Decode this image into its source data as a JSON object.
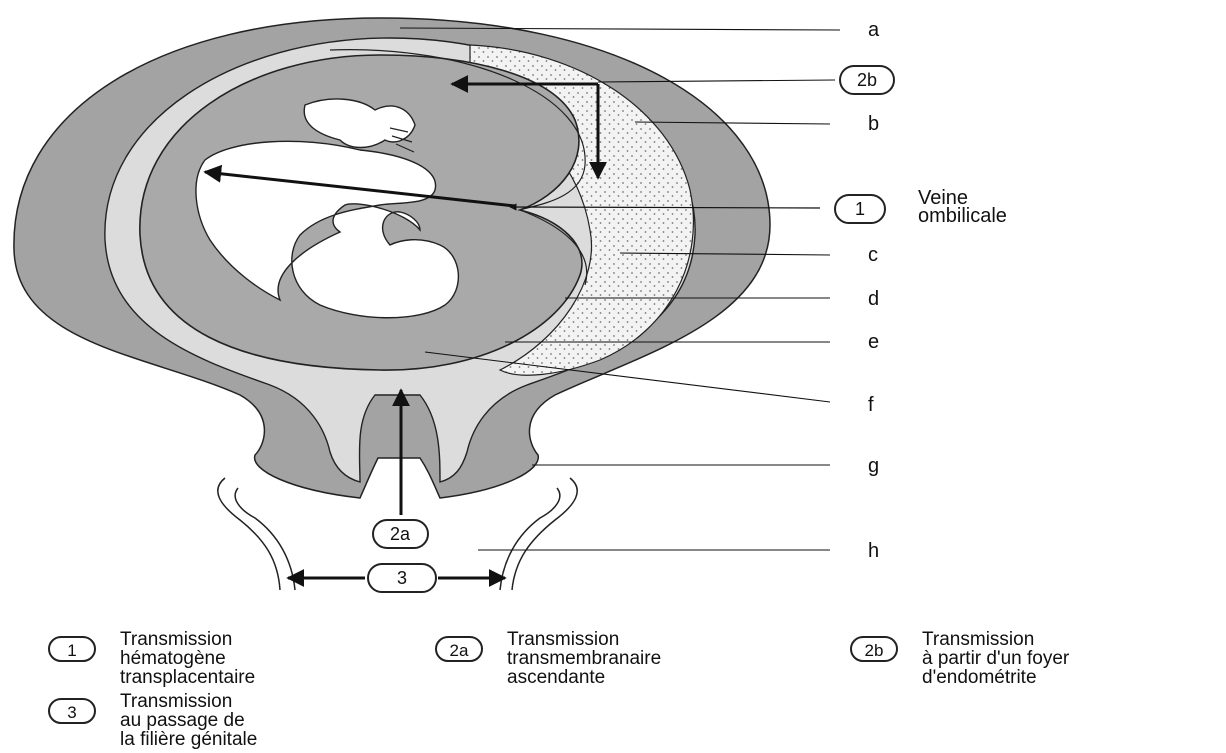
{
  "labels": {
    "a": "a",
    "b": "b",
    "c": "c",
    "d": "d",
    "e": "e",
    "f": "f",
    "g": "g",
    "h": "h"
  },
  "veine": [
    "Veine",
    "ombilicale"
  ],
  "markers": {
    "m1": "1",
    "m2a": "2a",
    "m2b": "2b",
    "m3": "3"
  },
  "legend": [
    {
      "badge": "1",
      "lines": [
        "Transmission",
        "hématogène",
        "transplacentaire"
      ]
    },
    {
      "badge": "2a",
      "lines": [
        "Transmission",
        "transmembranaire",
        "ascendante"
      ]
    },
    {
      "badge": "2b",
      "lines": [
        "Transmission",
        "à partir d'un foyer",
        "d'endométrite"
      ]
    },
    {
      "badge": "3",
      "lines": [
        "Transmission",
        "au passage de",
        "la filière génitale"
      ]
    }
  ],
  "colors": {
    "uterus": "#a3a3a3",
    "membrane": "#dcdcdc",
    "amniotic": "#a9a9a9",
    "placenta": "#f1f1f1",
    "ink": "#111111"
  }
}
